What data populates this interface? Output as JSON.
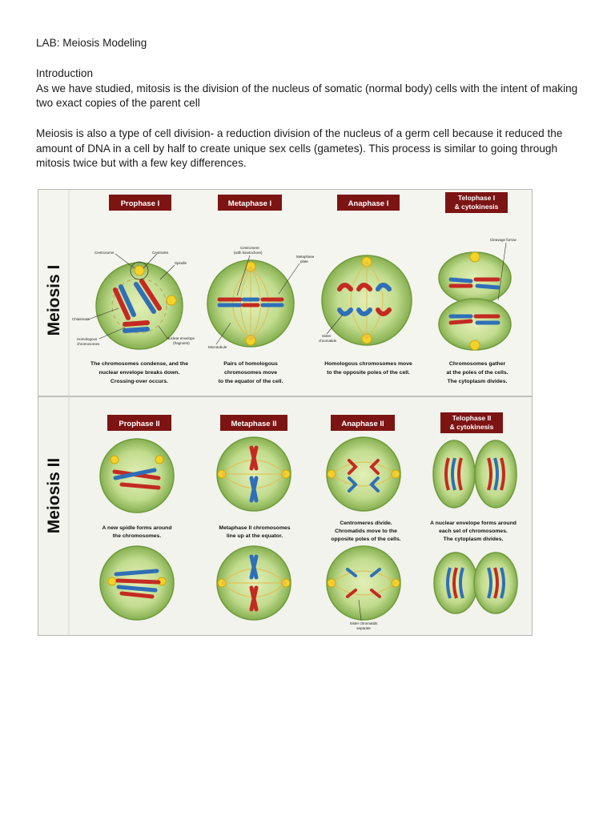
{
  "document": {
    "title": "LAB: Meiosis Modeling",
    "intro_heading": "Introduction",
    "intro_text": "As we have studied, mitosis is the division of the nucleus of somatic (normal body) cells with the intent of making two exact copies of the parent cell",
    "meiosis_text": "Meiosis is also a type of cell division- a reduction division of the nucleus of a germ cell because it reduced the amount of DNA in a cell by half to create unique sex cells (gametes).  This process is similar to going through mitosis twice but with a few key differences."
  },
  "figure": {
    "colors": {
      "header_bg": "#7d1414",
      "cell_fill": "#bcd88c",
      "cell_edge": "#6f9a3c",
      "chromosome_red": "#c42a22",
      "chromosome_blue": "#2f6fb8",
      "centrosome": "#f5d22a",
      "spindle": "#e8b84a"
    },
    "meiosis1": {
      "label": "Meiosis I",
      "phases": [
        {
          "name": "Prophase I",
          "caption": [
            "The chromosomes condense, and the",
            "nuclear envelope breaks down.",
            "Crossing-over occurs."
          ]
        },
        {
          "name": "Metaphase I",
          "caption": [
            "Pairs of homologous",
            "chromosomes move",
            "to the equator of the cell."
          ]
        },
        {
          "name": "Anaphase I",
          "caption": [
            "Homologous chromosomes move",
            "to the opposite poles of the cell."
          ]
        },
        {
          "name": "Telophase I",
          "name2": "& cytokinesis",
          "caption": [
            "Chromosomes gather",
            "at the poles of the cells.",
            "The cytoplasm divides."
          ]
        }
      ],
      "annotations": {
        "centrosome": "Centrosome",
        "centrioles": "Centrioles",
        "spindle": "Spindle",
        "chiasmata": "Chiasmata",
        "homologous": "Homologous",
        "homologous2": "chromosomes",
        "nuclear_envelope": "Nuclear envelope",
        "nuclear_envelope2": "(fragment)",
        "centromere": "Centromere",
        "centromere2": "(with kinetochore)",
        "metaphase_plate": "Metaphase",
        "metaphase_plate2": "plate",
        "microtubule": "Microtubule",
        "sister": "Sister",
        "sister2": "chromatids",
        "cleavage": "Cleavage furrow"
      }
    },
    "meiosis2": {
      "label": "Meiosis II",
      "phases": [
        {
          "name": "Prophase II",
          "caption": [
            "A new spidle forms around",
            "the chromosomes."
          ]
        },
        {
          "name": "Metaphase II",
          "caption": [
            "Metaphase II chromosomes",
            "line up at the equator."
          ]
        },
        {
          "name": "Anaphase II",
          "caption": [
            "Centromeres divide.",
            "Chromatids move to the",
            "opposite poles of the cells."
          ]
        },
        {
          "name": "Telophase II",
          "name2": "& cytokinesis",
          "caption": [
            "A nuclear envelope forms around",
            "each set of chromosomes.",
            "The cytoplasm divides."
          ]
        }
      ],
      "annotations": {
        "sister": "Sister chromatids",
        "separate": "separate"
      }
    }
  }
}
